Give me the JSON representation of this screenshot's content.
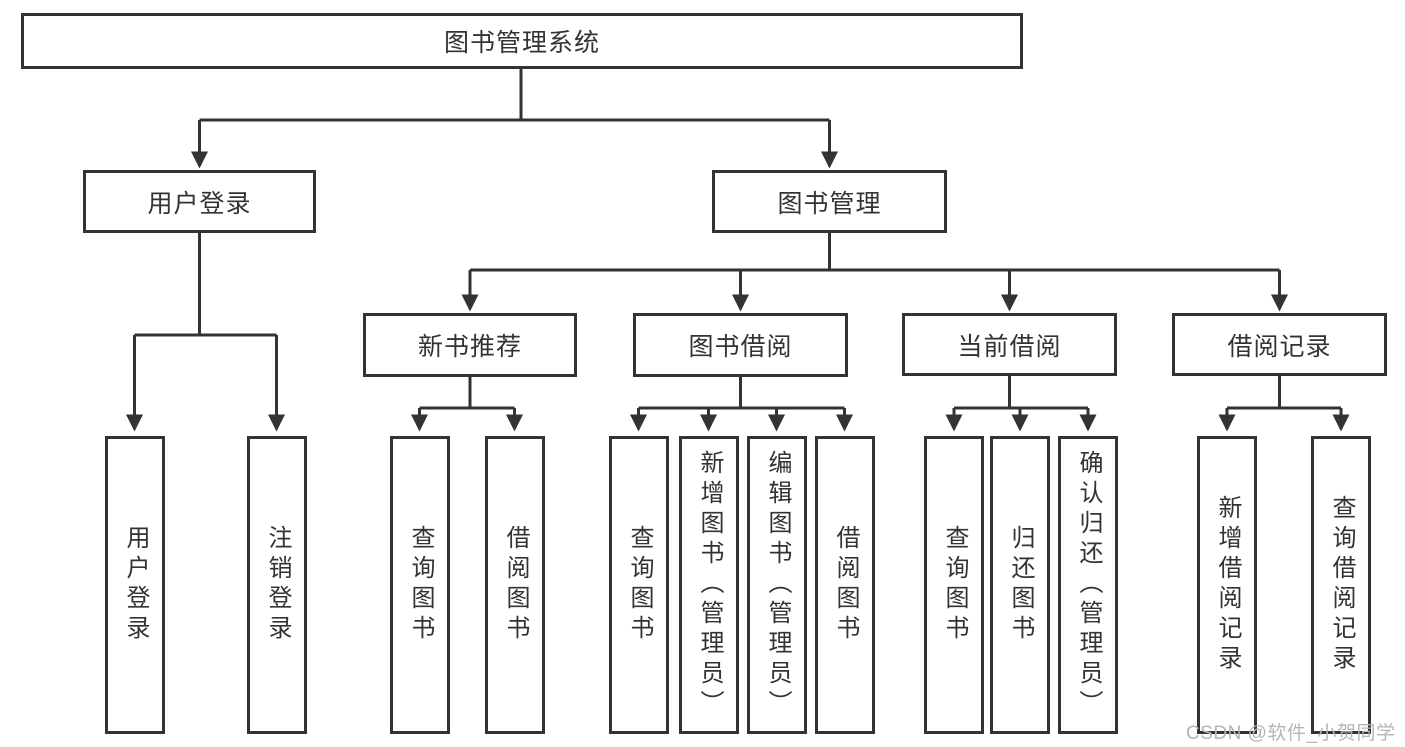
{
  "diagram": {
    "type": "hierarchy-tree",
    "colors": {
      "line": "#333333",
      "text": "#333333",
      "box_background": "#ffffff",
      "watermark": "#b5b5b5"
    },
    "watermark": "CSDN @软件_小贺同学",
    "nodes": {
      "root": {
        "label": "图书管理系统"
      },
      "user_login": {
        "label": "用户登录"
      },
      "book_management": {
        "label": "图书管理"
      },
      "new_book_recommend": {
        "label": "新书推荐"
      },
      "book_borrowing": {
        "label": "图书借阅"
      },
      "current_borrowing": {
        "label": "当前借阅"
      },
      "borrowing_records": {
        "label": "借阅记录"
      },
      "leaves": {
        "user_login": {
          "label": "用户登录",
          "parent": "用户登录"
        },
        "logout": {
          "label": "注销登录",
          "parent": "用户登录"
        },
        "nbr_query_books": {
          "label": "查询图书",
          "parent": "新书推荐"
        },
        "nbr_borrow_books": {
          "label": "借阅图书",
          "parent": "新书推荐"
        },
        "bb_query_books": {
          "label": "查询图书",
          "parent": "图书借阅"
        },
        "bb_add_books": {
          "label": "新增图书（管理员）",
          "parent": "图书借阅"
        },
        "bb_edit_books": {
          "label": "编辑图书（管理员）",
          "parent": "图书借阅"
        },
        "bb_borrow_books": {
          "label": "借阅图书",
          "parent": "图书借阅"
        },
        "cb_query_books": {
          "label": "查询图书",
          "parent": "当前借阅"
        },
        "cb_return_books": {
          "label": "归还图书",
          "parent": "当前借阅"
        },
        "cb_confirm_return": {
          "label": "确认归还（管理员）",
          "parent": "当前借阅"
        },
        "br_add_record": {
          "label": "新增借阅记录",
          "parent": "借阅记录"
        },
        "br_query_record": {
          "label": "查询借阅记录",
          "parent": "借阅记录"
        }
      }
    }
  }
}
